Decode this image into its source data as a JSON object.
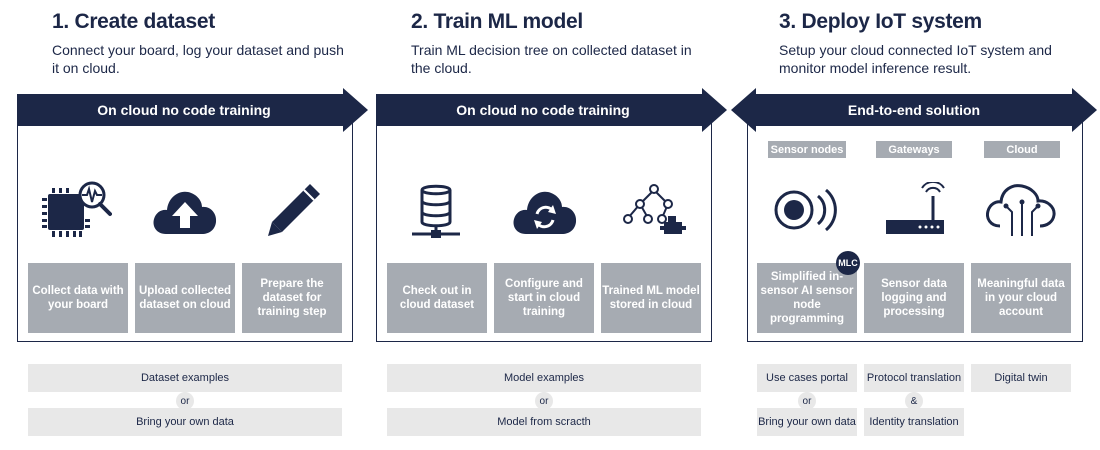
{
  "steps": [
    {
      "title": "1. Create dataset",
      "subtitle": "Connect your board, log your dataset and push it on cloud.",
      "banner": "On cloud no code training",
      "cards": [
        "Collect data with your board",
        "Upload collected dataset on cloud",
        "Prepare the dataset for training step"
      ],
      "chips": [
        "Dataset examples",
        "Bring your own data"
      ],
      "separator": "or"
    },
    {
      "title": "2. Train ML model",
      "subtitle": "Train ML decision tree on collected dataset in the cloud.",
      "banner": "On cloud no code training",
      "cards": [
        "Check out in cloud dataset",
        "Configure and start in cloud training",
        "Trained ML model stored in cloud"
      ],
      "chips": [
        "Model examples",
        "Model from scracth"
      ],
      "separator": "or"
    },
    {
      "title": "3. Deploy IoT system",
      "subtitle": "Setup your cloud connected IoT system and monitor model inference result.",
      "banner": "End-to-end solution",
      "headers": [
        "Sensor nodes",
        "Gateways",
        "Cloud"
      ],
      "cards": [
        "Simplified in-sensor AI sensor node programming",
        "Sensor data logging and processing",
        "Meaningful data in your cloud account"
      ],
      "badge": "MLC",
      "chips": [
        "Use cases portal",
        "Bring your own data",
        "Protocol translation",
        "Identity translation",
        "Digital twin"
      ],
      "separators": [
        "or",
        "&"
      ]
    }
  ],
  "colors": {
    "navy": "#1c2747",
    "card_gray": "#a6abb2",
    "chip_gray": "#e8e8e8"
  },
  "icons": [
    "chip-waveform-magnifier-icon",
    "cloud-upload-icon",
    "pencil-icon",
    "database-server-icon",
    "cloud-sync-icon",
    "decision-tree-icon",
    "wireless-sensor-icon",
    "gateway-router-icon",
    "cloud-circuit-icon"
  ]
}
